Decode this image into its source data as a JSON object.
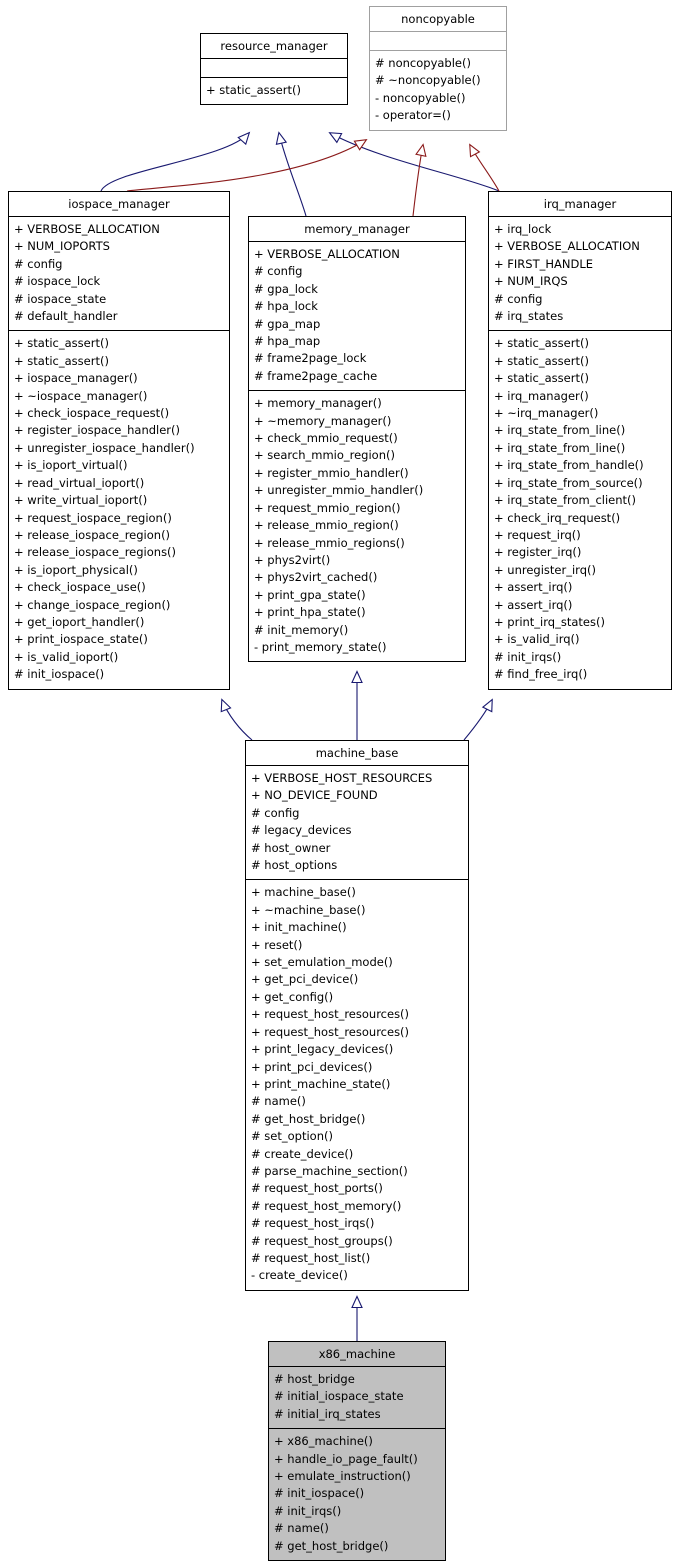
{
  "diagram": {
    "kind": "uml-class-inheritance-diagram",
    "colors": {
      "inherit_edge": "#191970",
      "assoc_edge": "#8b1a1a",
      "box_border": "#000000",
      "light_border": "#a0a0a0",
      "highlight_fill": "#c0c0c0",
      "background": "#ffffff"
    }
  },
  "classes": [
    {
      "id": "resource_manager",
      "name": "resource_manager",
      "attributes": [],
      "methods": [
        "+ static_assert()"
      ],
      "style": "normal"
    },
    {
      "id": "noncopyable",
      "name": "noncopyable",
      "attributes": [],
      "methods": [
        "# noncopyable()",
        "# ~noncopyable()",
        "- noncopyable()",
        "- operator=()"
      ],
      "style": "light"
    },
    {
      "id": "iospace_manager",
      "name": "iospace_manager",
      "attributes": [
        "+ VERBOSE_ALLOCATION",
        "+ NUM_IOPORTS",
        "# config",
        "# iospace_lock",
        "# iospace_state",
        "# default_handler"
      ],
      "methods": [
        "+ static_assert()",
        "+ static_assert()",
        "+ iospace_manager()",
        "+ ~iospace_manager()",
        "+ check_iospace_request()",
        "+ register_iospace_handler()",
        "+ unregister_iospace_handler()",
        "+ is_ioport_virtual()",
        "+ read_virtual_ioport()",
        "+ write_virtual_ioport()",
        "+ request_iospace_region()",
        "+ release_iospace_region()",
        "+ release_iospace_regions()",
        "+ is_ioport_physical()",
        "+ check_iospace_use()",
        "+ change_iospace_region()",
        "+ get_ioport_handler()",
        "+ print_iospace_state()",
        "+ is_valid_ioport()",
        "# init_iospace()"
      ],
      "style": "normal"
    },
    {
      "id": "memory_manager",
      "name": "memory_manager",
      "attributes": [
        "+ VERBOSE_ALLOCATION",
        "# config",
        "# gpa_lock",
        "# hpa_lock",
        "# gpa_map",
        "# hpa_map",
        "# frame2page_lock",
        "# frame2page_cache"
      ],
      "methods": [
        "+ memory_manager()",
        "+ ~memory_manager()",
        "+ check_mmio_request()",
        "+ search_mmio_region()",
        "+ register_mmio_handler()",
        "+ unregister_mmio_handler()",
        "+ request_mmio_region()",
        "+ release_mmio_region()",
        "+ release_mmio_regions()",
        "+ phys2virt()",
        "+ phys2virt_cached()",
        "+ print_gpa_state()",
        "+ print_hpa_state()",
        "# init_memory()",
        "- print_memory_state()"
      ],
      "style": "normal"
    },
    {
      "id": "irq_manager",
      "name": "irq_manager",
      "attributes": [
        "+ irq_lock",
        "+ VERBOSE_ALLOCATION",
        "+ FIRST_HANDLE",
        "+ NUM_IRQS",
        "# config",
        "# irq_states"
      ],
      "methods": [
        "+ static_assert()",
        "+ static_assert()",
        "+ static_assert()",
        "+ irq_manager()",
        "+ ~irq_manager()",
        "+ irq_state_from_line()",
        "+ irq_state_from_line()",
        "+ irq_state_from_handle()",
        "+ irq_state_from_source()",
        "+ irq_state_from_client()",
        "+ check_irq_request()",
        "+ request_irq()",
        "+ register_irq()",
        "+ unregister_irq()",
        "+ assert_irq()",
        "+ assert_irq()",
        "+ print_irq_states()",
        "+ is_valid_irq()",
        "# init_irqs()",
        "# find_free_irq()"
      ],
      "style": "normal"
    },
    {
      "id": "machine_base",
      "name": "machine_base",
      "attributes": [
        "+ VERBOSE_HOST_RESOURCES",
        "+ NO_DEVICE_FOUND",
        "# config",
        "# legacy_devices",
        "# host_owner",
        "# host_options"
      ],
      "methods": [
        "+ machine_base()",
        "+ ~machine_base()",
        "+ init_machine()",
        "+ reset()",
        "+ set_emulation_mode()",
        "+ get_pci_device()",
        "+ get_config()",
        "+ request_host_resources()",
        "+ request_host_resources()",
        "+ print_legacy_devices()",
        "+ print_pci_devices()",
        "+ print_machine_state()",
        "# name()",
        "# get_host_bridge()",
        "# set_option()",
        "# create_device()",
        "# parse_machine_section()",
        "# request_host_ports()",
        "# request_host_memory()",
        "# request_host_irqs()",
        "# request_host_groups()",
        "# request_host_list()",
        "- create_device()"
      ],
      "style": "normal"
    },
    {
      "id": "x86_machine",
      "name": "x86_machine",
      "attributes": [
        "# host_bridge",
        "# initial_iospace_state",
        "# initial_irq_states"
      ],
      "methods": [
        "+ x86_machine()",
        "+ handle_io_page_fault()",
        "+ emulate_instruction()",
        "# init_iospace()",
        "# init_irqs()",
        "# name()",
        "# get_host_bridge()"
      ],
      "style": "filled"
    }
  ],
  "relations": [
    {
      "from": "iospace_manager",
      "to": "resource_manager",
      "type": "inheritance"
    },
    {
      "from": "memory_manager",
      "to": "resource_manager",
      "type": "inheritance"
    },
    {
      "from": "irq_manager",
      "to": "resource_manager",
      "type": "inheritance"
    },
    {
      "from": "iospace_manager",
      "to": "noncopyable",
      "type": "inheritance-secondary"
    },
    {
      "from": "memory_manager",
      "to": "noncopyable",
      "type": "inheritance-secondary"
    },
    {
      "from": "irq_manager",
      "to": "noncopyable",
      "type": "inheritance-secondary"
    },
    {
      "from": "machine_base",
      "to": "iospace_manager",
      "type": "inheritance"
    },
    {
      "from": "machine_base",
      "to": "memory_manager",
      "type": "inheritance"
    },
    {
      "from": "machine_base",
      "to": "irq_manager",
      "type": "inheritance"
    },
    {
      "from": "x86_machine",
      "to": "machine_base",
      "type": "inheritance"
    }
  ]
}
